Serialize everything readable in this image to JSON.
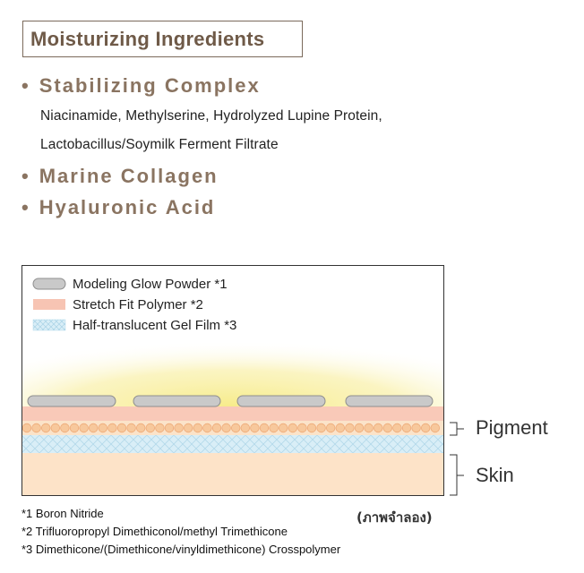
{
  "title": "Moisturizing Ingredients",
  "ingredients": [
    {
      "name": "Stabilizing Complex",
      "detail_lines": [
        "Niacinamide, Methylserine, Hydrolyzed Lupine Protein,",
        "Lactobacillus/Soymilk Ferment Filtrate"
      ]
    },
    {
      "name": "Marine Collagen"
    },
    {
      "name": "Hyaluronic Acid"
    }
  ],
  "bullet_symbol": "•",
  "legend": [
    {
      "label": "Modeling Glow Powder *1",
      "swatch": "powder",
      "color": "#c9c9c9"
    },
    {
      "label": "Stretch Fit Polymer *2",
      "swatch": "polymer",
      "color": "#f6bfae"
    },
    {
      "label": "Half-translucent Gel Film *3",
      "swatch": "gel",
      "color": "#cfe8f3"
    }
  ],
  "side_labels": {
    "pigment": "Pigment",
    "skin": "Skin"
  },
  "footnotes": [
    "*1 Boron Nitride",
    "*2 Trifluoropropyl Dimethiconol/methyl Trimethicone",
    "*3 Dimethicone/(Dimethicone/vinyldimethicone) Crosspolymer"
  ],
  "illustration_note": "(ภาพจำลอง)",
  "colors": {
    "title_text": "#6f5a48",
    "bullet_text": "#8a7461",
    "glow": "#f7ec8a",
    "powder": "#c9c9c9",
    "polymer": "#f8c8b6",
    "bead": "#f5c59b",
    "gel": "#d5ecf6",
    "skin": "#fde3c8"
  }
}
